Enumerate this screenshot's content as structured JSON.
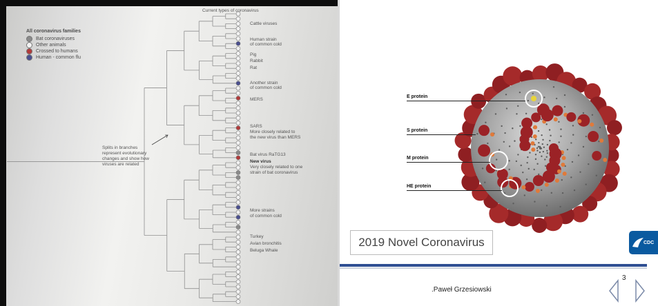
{
  "photo": {
    "header": "Current types of coronavirus",
    "legend": {
      "title": "All coronavirus families",
      "items": [
        {
          "label": "Bat coronaviruses",
          "color": "#8a8a8a"
        },
        {
          "label": "Other animals",
          "color": "#f3f3f3"
        },
        {
          "label": "Crossed to humans",
          "color": "#b23a3a"
        },
        {
          "label": "Human - common flu",
          "color": "#4a4f8f"
        }
      ]
    },
    "labels": {
      "cattle": "Cattle viruses",
      "human_strain_1": "Human strain",
      "human_strain_2": "of common cold",
      "pig": "Pig",
      "rabbit": "Rabbit",
      "rat": "Rat",
      "another_strain_1": "Another strain",
      "another_strain_2": "of common cold",
      "mers": "MERS",
      "sars": "SARS",
      "sars_note_1": "More closely related to",
      "sars_note_2": "the new virus than MERS",
      "bat_virus": "Bat virus RaTG13",
      "new_virus": "New virus",
      "new_virus_note_1": "Very closely related to one",
      "new_virus_note_2": "strain of bat coronavirus",
      "more_strains_1": "More strains",
      "more_strains_2": "of common cold",
      "turkey": "Turkey",
      "avian": "Avian bronchitis",
      "beluga": "Beluga Whale",
      "splits_1": "Splits in branches",
      "splits_2": "represent evolutionary",
      "splits_3": "changes and show how",
      "splits_4": "viruses are related"
    }
  },
  "slide": {
    "protein_labels": [
      "E protein",
      "S protein",
      "M protein",
      "HE protein"
    ],
    "title": "2019 Novel Coronavirus",
    "logo_text": "CDC",
    "author": ".Paweł Grzesiowski",
    "page_number": "3"
  }
}
